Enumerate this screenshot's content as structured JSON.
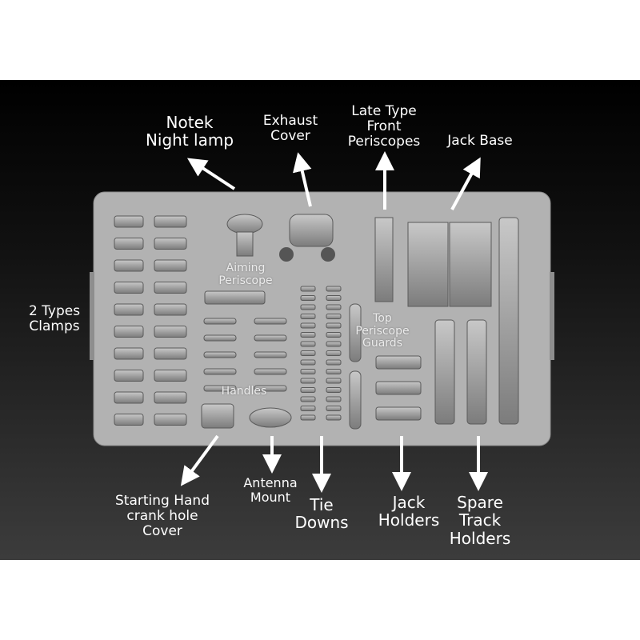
{
  "labels": {
    "notek": "Notek\nNight lamp",
    "exhaust": "Exhaust\nCover",
    "periscopes": "Late Type\nFront\nPeriscopes",
    "jack_base": "Jack Base",
    "clamps": "2 Types\nClamps",
    "aiming": "Aiming\nPeriscope",
    "top_guards": "Top\nPeriscope\nGuards",
    "handles": "Handles",
    "crank": "Starting Hand\ncrank hole\nCover",
    "antenna": "Antenna\nMount",
    "tie_downs": "Tie\nDowns",
    "jack_holders": "Jack\nHolders",
    "spare_track": "Spare\nTrack\nHolders"
  },
  "colors": {
    "tray": "#b2b2b2",
    "part": "#9a9a9a",
    "arrow": "#ffffff"
  }
}
